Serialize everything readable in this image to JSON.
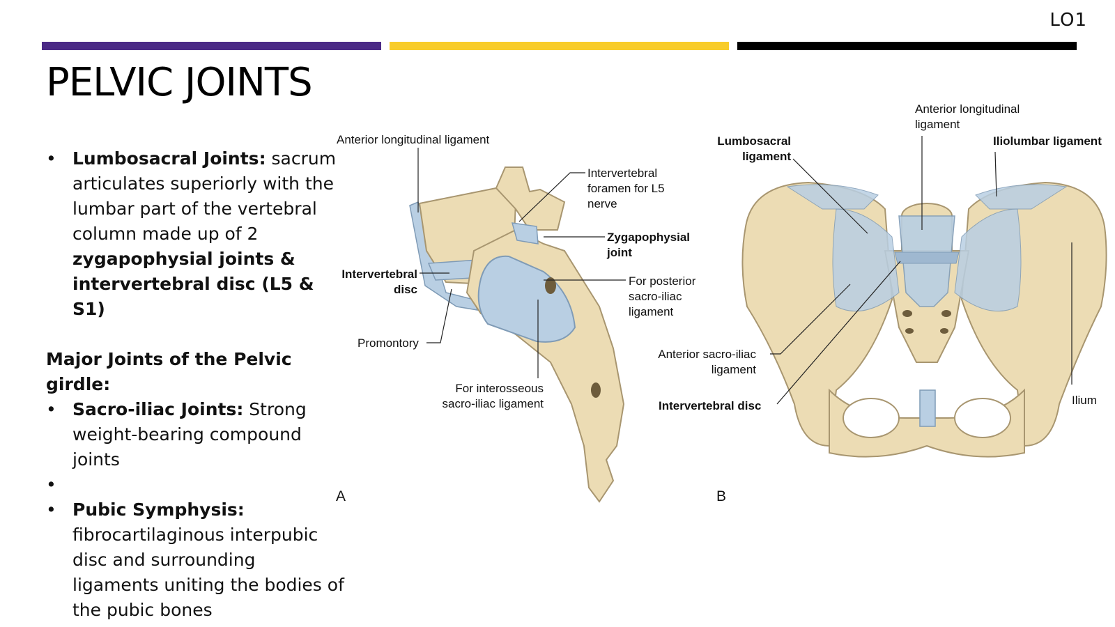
{
  "header": {
    "slide_number": "LO1",
    "bar_colors": [
      "#4b2a86",
      "#f8cc2a",
      "#000000"
    ],
    "title": "PELVIC JOINTS"
  },
  "content": {
    "lumbosacral": {
      "term": "Lumbosacral Joints:",
      "text1": " sacrum articulates superiorly with the lumbar part of the vertebral column made up of 2 ",
      "bold1": "zygapophysial joints & intervertebral disc (L5 & S1)"
    },
    "major_heading": "Major Joints of the Pelvic girdle:",
    "sacroiliac": {
      "term": "Sacro-iliac Joints:",
      "text": " Strong weight-bearing compound joints"
    },
    "pubic": {
      "term": "Pubic Symphysis:",
      "text": " fibrocartilaginous interpubic disc and surrounding ligaments uniting the bodies of the pubic bones"
    }
  },
  "figure_a": {
    "panel": "A",
    "labels": {
      "anterior_longitudinal": "Anterior longitudinal ligament",
      "intervertebral_foramen": "Intervertebral foramen for L5 nerve",
      "zygapophysial": "Zygapophysial joint",
      "intervertebral_disc": "Intervertebral disc",
      "posterior_sacroiliac": "For posterior sacro-iliac ligament",
      "promontory": "Promontory",
      "interosseous": "For interosseous sacro-iliac ligament"
    }
  },
  "figure_b": {
    "panel": "B",
    "labels": {
      "anterior_longitudinal": "Anterior longitudinal ligament",
      "lumbosacral": "Lumbosacral ligament",
      "iliolumbar": "Iliolumbar ligament",
      "anterior_sacroiliac": "Anterior sacro-iliac ligament",
      "intervertebral_disc": "Intervertebral disc",
      "ilium": "Ilium"
    }
  },
  "colors": {
    "bone": "#ecdcb4",
    "bone_edge": "#a89670",
    "ligament": "#b9cfe3",
    "leader": "#222222"
  }
}
